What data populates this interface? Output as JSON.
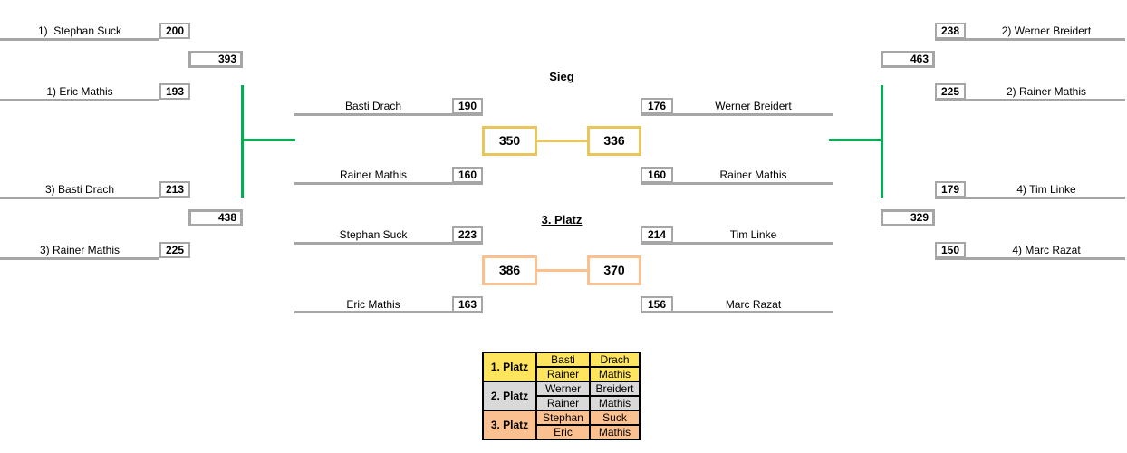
{
  "qual_left": [
    {
      "p1_label": "1)  Stephan Suck",
      "p1_score": "200",
      "total": "393",
      "p2_label": "1) Eric Mathis",
      "p2_score": "193"
    },
    {
      "p1_label": "3) Basti Drach",
      "p1_score": "213",
      "total": "438",
      "p2_label": "3) Rainer Mathis",
      "p2_score": "225"
    }
  ],
  "qual_right": [
    {
      "p1_score": "238",
      "p1_label": "2) Werner Breidert",
      "total": "463",
      "p2_score": "225",
      "p2_label": "2) Rainer Mathis"
    },
    {
      "p1_score": "179",
      "p1_label": "4) Tim Linke",
      "total": "329",
      "p2_score": "150",
      "p2_label": "4) Marc Razat"
    }
  ],
  "final": {
    "title": "Sieg",
    "left_name1": "Basti Drach",
    "left_score1": "190",
    "left_name2": "Rainer Mathis",
    "left_score2": "160",
    "left_total": "350",
    "right_total": "336",
    "right_score1": "176",
    "right_name1": "Werner Breidert",
    "right_score2": "160",
    "right_name2": "Rainer Mathis"
  },
  "third": {
    "title": "3. Platz",
    "left_name1": "Stephan Suck",
    "left_score1": "223",
    "left_name2": "Eric Mathis",
    "left_score2": "163",
    "left_total": "386",
    "right_total": "370",
    "right_score1": "214",
    "right_name1": "Tim Linke",
    "right_score2": "156",
    "right_name2": "Marc Razat"
  },
  "podium": {
    "rows": [
      {
        "place": "1. Platz",
        "first1": "Basti",
        "last1": "Drach",
        "first2": "Rainer",
        "last2": "Mathis"
      },
      {
        "place": "2. Platz",
        "first1": "Werner",
        "last1": "Breidert",
        "first2": "Rainer",
        "last2": "Mathis"
      },
      {
        "place": "3. Platz",
        "first1": "Stephan",
        "last1": "Suck",
        "first2": "Eric",
        "last2": "Mathis"
      }
    ]
  },
  "colors": {
    "green": "#00B050",
    "gold": "#E9C65B",
    "orange": "#FAC090",
    "yellow": "#FFE45E",
    "gray_fill": "#D9D9D9",
    "line_gray": "#A6A6A6"
  }
}
